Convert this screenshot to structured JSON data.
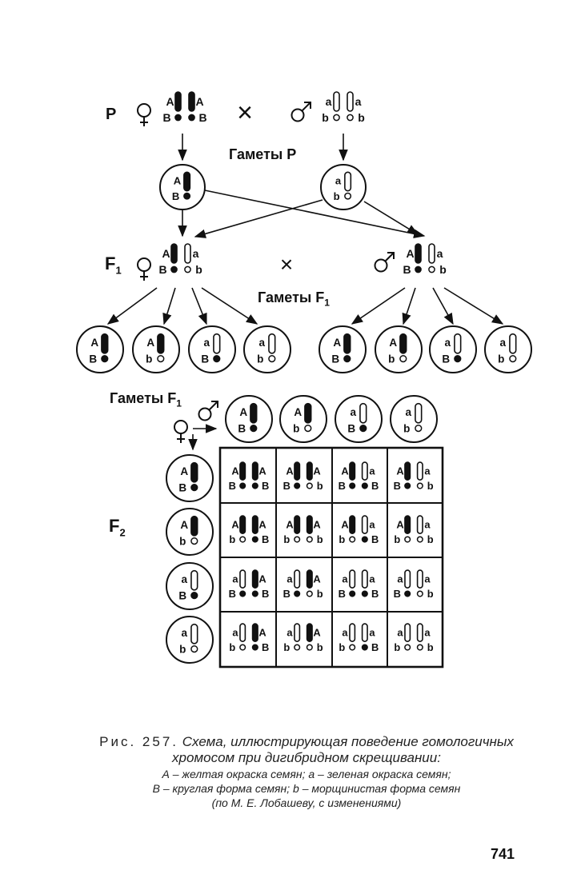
{
  "labels": {
    "p": "P",
    "gametes_p": "Гаметы P",
    "f1_main": "F",
    "f1_sub": "1",
    "gametes_f1_top_main": "Гаметы F",
    "gametes_f1_top_sub": "1",
    "gametes_f1_grid_main": "Гаметы F",
    "gametes_f1_grid_sub": "1",
    "f2_main": "F",
    "f2_sub": "2",
    "cross": "×"
  },
  "genotypes": {
    "p_female": {
      "top": [
        "A",
        "A"
      ],
      "bottom": [
        "B",
        "B"
      ]
    },
    "p_male": {
      "top": [
        "a",
        "a"
      ],
      "bottom": [
        "b",
        "b"
      ]
    },
    "f1": {
      "top": [
        "A",
        "a"
      ],
      "bottom": [
        "B",
        "b"
      ]
    }
  },
  "gametes": [
    {
      "top": "A",
      "bottom": "B"
    },
    {
      "top": "A",
      "bottom": "b"
    },
    {
      "top": "a",
      "bottom": "B"
    },
    {
      "top": "a",
      "bottom": "b"
    }
  ],
  "punnett": [
    [
      {
        "t": [
          "A",
          "A"
        ],
        "b": [
          "B",
          "B"
        ]
      },
      {
        "t": [
          "A",
          "A"
        ],
        "b": [
          "B",
          "b"
        ]
      },
      {
        "t": [
          "A",
          "a"
        ],
        "b": [
          "B",
          "B"
        ]
      },
      {
        "t": [
          "A",
          "a"
        ],
        "b": [
          "B",
          "b"
        ]
      }
    ],
    [
      {
        "t": [
          "A",
          "A"
        ],
        "b": [
          "b",
          "B"
        ]
      },
      {
        "t": [
          "A",
          "A"
        ],
        "b": [
          "b",
          "b"
        ]
      },
      {
        "t": [
          "A",
          "a"
        ],
        "b": [
          "b",
          "B"
        ]
      },
      {
        "t": [
          "A",
          "a"
        ],
        "b": [
          "b",
          "b"
        ]
      }
    ],
    [
      {
        "t": [
          "a",
          "A"
        ],
        "b": [
          "B",
          "B"
        ]
      },
      {
        "t": [
          "a",
          "A"
        ],
        "b": [
          "B",
          "b"
        ]
      },
      {
        "t": [
          "a",
          "a"
        ],
        "b": [
          "B",
          "B"
        ]
      },
      {
        "t": [
          "a",
          "a"
        ],
        "b": [
          "B",
          "b"
        ]
      }
    ],
    [
      {
        "t": [
          "a",
          "A"
        ],
        "b": [
          "b",
          "B"
        ]
      },
      {
        "t": [
          "a",
          "A"
        ],
        "b": [
          "b",
          "b"
        ]
      },
      {
        "t": [
          "a",
          "a"
        ],
        "b": [
          "b",
          "B"
        ]
      },
      {
        "t": [
          "a",
          "a"
        ],
        "b": [
          "b",
          "b"
        ]
      }
    ]
  ],
  "caption": {
    "fig": "Рис. 257.",
    "title_1": "Схема, иллюстрирующая поведение гомологичных",
    "title_2": "хромосом при дигибридном скрещивании:",
    "line_3": "А – желтая окраска семян; а – зеленая окраска семян;",
    "line_4": "В – круглая форма семян; b – морщинистая форма семян",
    "line_5": "(по М. Е. Лобашеву, с изменениями)"
  },
  "page_number": "741"
}
